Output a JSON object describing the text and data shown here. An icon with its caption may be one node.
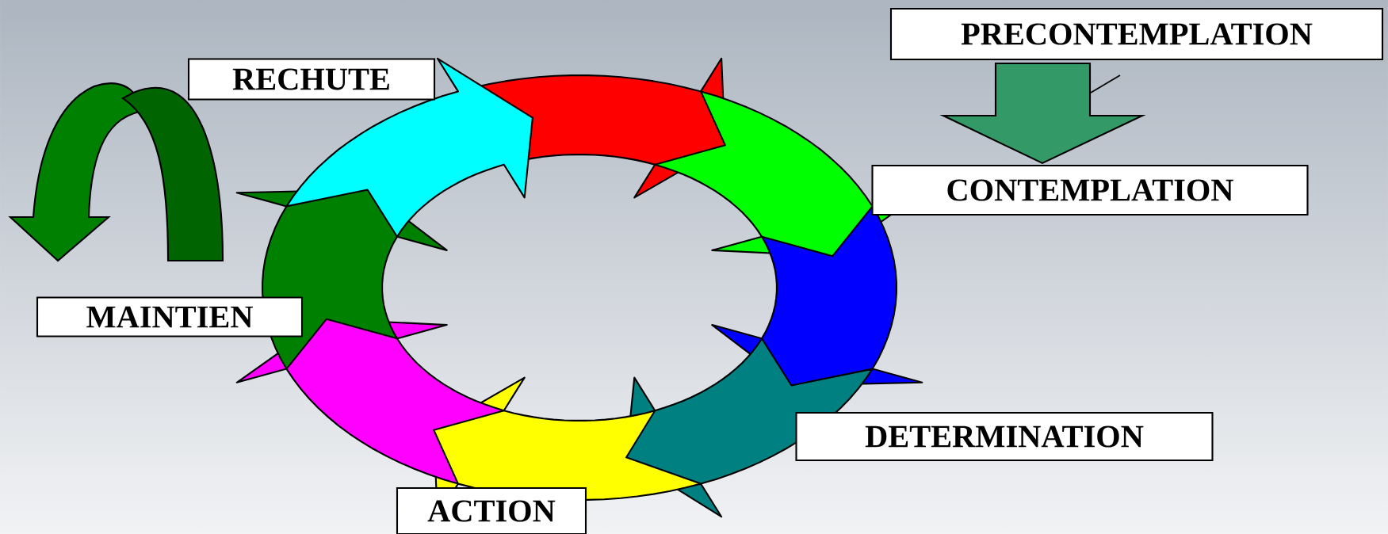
{
  "diagram": {
    "nodes": [
      {
        "text": [
          "PRECONTEMPLATION"
        ]
      },
      {
        "text": [
          "CONTEMPLATION"
        ]
      },
      {
        "text": [
          "DETERMINATION"
        ]
      },
      {
        "text": [
          "ACTION"
        ]
      },
      {
        "text": [
          "MAINTIEN"
        ]
      },
      {
        "text": [
          "RECHUTE"
        ]
      }
    ],
    "edges": [
      {
        "from": 0,
        "to": 1,
        "arrow": "to",
        "color": "#339966"
      }
    ]
  }
}
